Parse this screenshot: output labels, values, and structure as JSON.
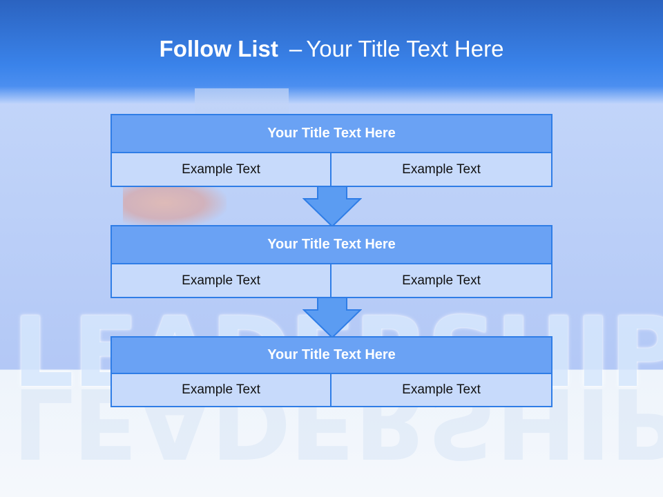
{
  "slide": {
    "title_bold": "Follow List",
    "title_dash": "–",
    "title_rest": "Your Title Text Here",
    "background_word": "LEADERSHIP"
  },
  "steps": [
    {
      "title": "Your Title Text Here",
      "cells": [
        "Example Text",
        "Example Text"
      ]
    },
    {
      "title": "Your Title Text Here",
      "cells": [
        "Example Text",
        "Example Text"
      ]
    },
    {
      "title": "Your Title Text Here",
      "cells": [
        "Example Text",
        "Example Text"
      ]
    }
  ],
  "colors": {
    "header_blue": "#3a83ea",
    "box_title_fill": "#6aa2f4",
    "box_cell_fill": "#c7dafb",
    "border_blue": "#2f7de6",
    "arrow_fill": "#5b9cf2"
  }
}
